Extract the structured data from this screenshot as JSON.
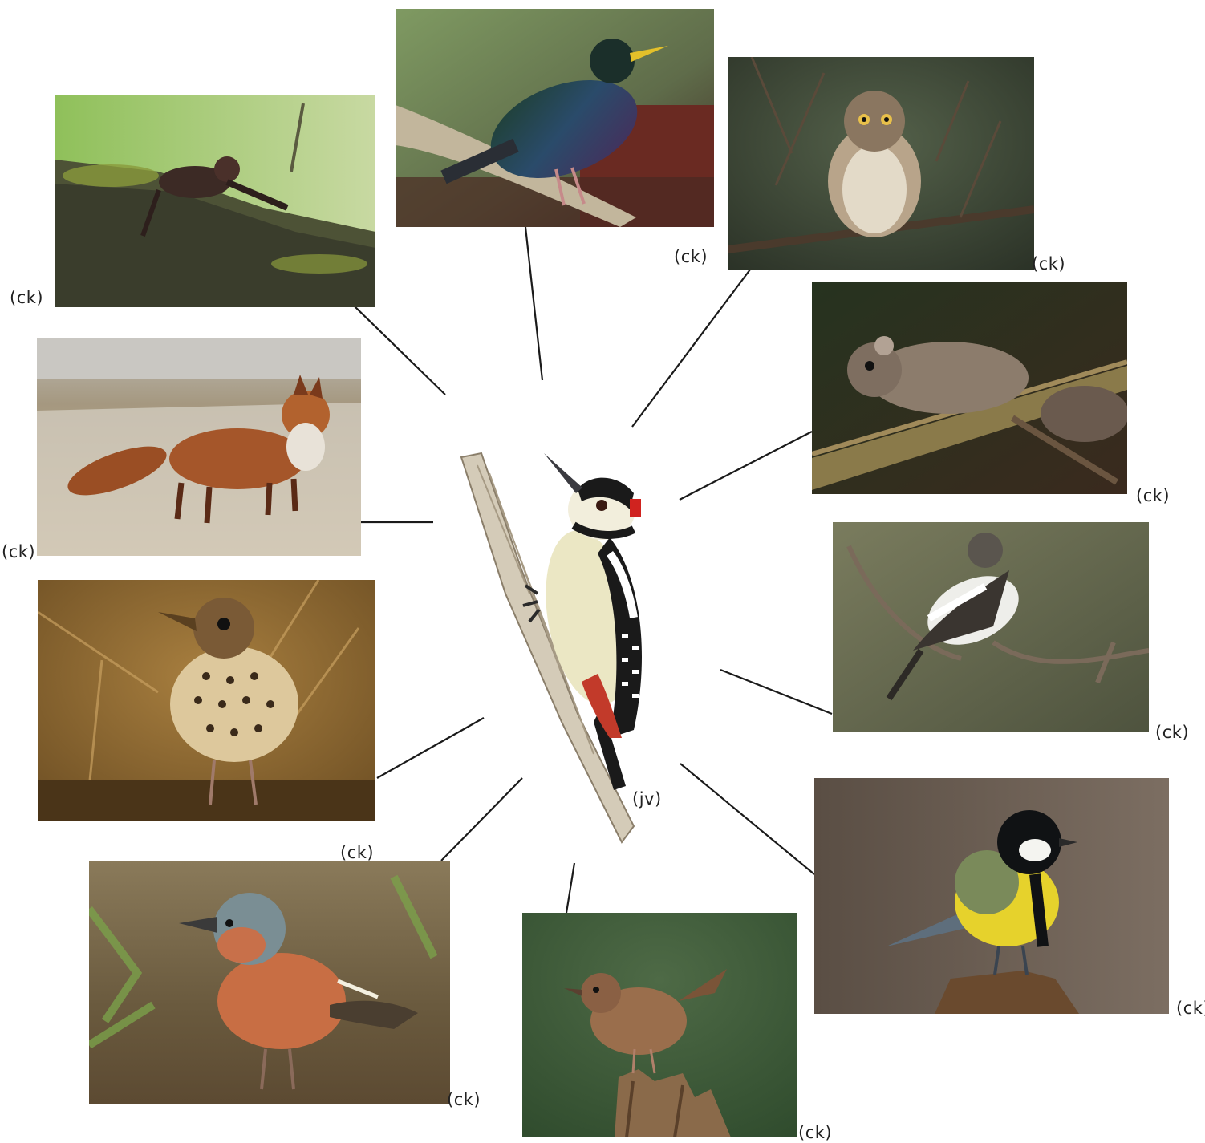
{
  "center": {
    "subject": "great-spotted-woodpecker-illustration",
    "credit": "(jv)"
  },
  "photos": [
    {
      "id": "bat",
      "subject": "bat",
      "credit": "(ck)"
    },
    {
      "id": "starling",
      "subject": "starling",
      "credit": "(ck)"
    },
    {
      "id": "owl",
      "subject": "pygmy-owl",
      "credit": "(ck)"
    },
    {
      "id": "dormouse",
      "subject": "dormouse",
      "credit": "(ck)"
    },
    {
      "id": "fox",
      "subject": "red-fox",
      "credit": "(ck)"
    },
    {
      "id": "flycatcher",
      "subject": "pied-flycatcher",
      "credit": "(ck)"
    },
    {
      "id": "thrush",
      "subject": "song-thrush",
      "credit": "(ck)"
    },
    {
      "id": "tit",
      "subject": "great-tit",
      "credit": "(ck)"
    },
    {
      "id": "chaffinch",
      "subject": "chaffinch",
      "credit": "(ck)"
    },
    {
      "id": "wren",
      "subject": "wren",
      "credit": "(ck)"
    }
  ]
}
